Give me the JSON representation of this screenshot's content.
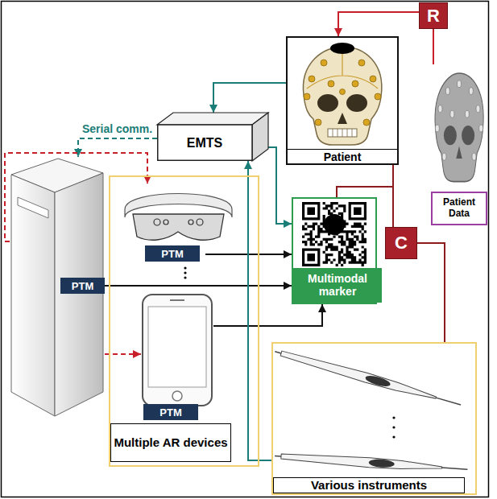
{
  "diagram": {
    "nodes": [
      {
        "text": [
          "R"
        ]
      },
      {
        "text": [
          "Patient"
        ]
      },
      {
        "text": [
          "Patient Data"
        ]
      },
      {
        "text": [
          "EMTS"
        ]
      },
      {
        "text": [
          "PTM"
        ]
      },
      {
        "text": [
          "Multiple AR devices"
        ]
      },
      {
        "text": [
          "PTM"
        ],
        "in": 5
      },
      {
        "text": [
          "PTM"
        ],
        "in": 5
      },
      {
        "text": [
          "Multimodal marker"
        ]
      },
      {
        "text": [
          "C"
        ]
      },
      {
        "text": [
          "Various instruments"
        ]
      }
    ],
    "edges": [
      {
        "from": 0,
        "to": 1,
        "arrow": "to"
      },
      {
        "from": 0,
        "to": 2,
        "arrow": "none"
      },
      {
        "from": 1,
        "to": 3,
        "arrow": "to"
      },
      {
        "from": 3,
        "to": 4,
        "label": "Serial comm.",
        "arrow": "to"
      },
      {
        "from": 4,
        "to": 6,
        "arrow": "to"
      },
      {
        "from": 4,
        "to": 7,
        "arrow": "to"
      },
      {
        "from": 4,
        "to": 8,
        "arrow": "to"
      },
      {
        "from": 6,
        "to": 8,
        "arrow": "to"
      },
      {
        "from": 7,
        "to": 8,
        "arrow": "to"
      },
      {
        "from": 3,
        "to": 8,
        "arrow": "to"
      },
      {
        "from": 10,
        "to": 3,
        "arrow": "to"
      },
      {
        "from": 9,
        "to": 1,
        "arrow": "none"
      },
      {
        "from": 9,
        "to": 8,
        "arrow": "none"
      },
      {
        "from": 9,
        "to": 10,
        "arrow": "none"
      }
    ]
  }
}
